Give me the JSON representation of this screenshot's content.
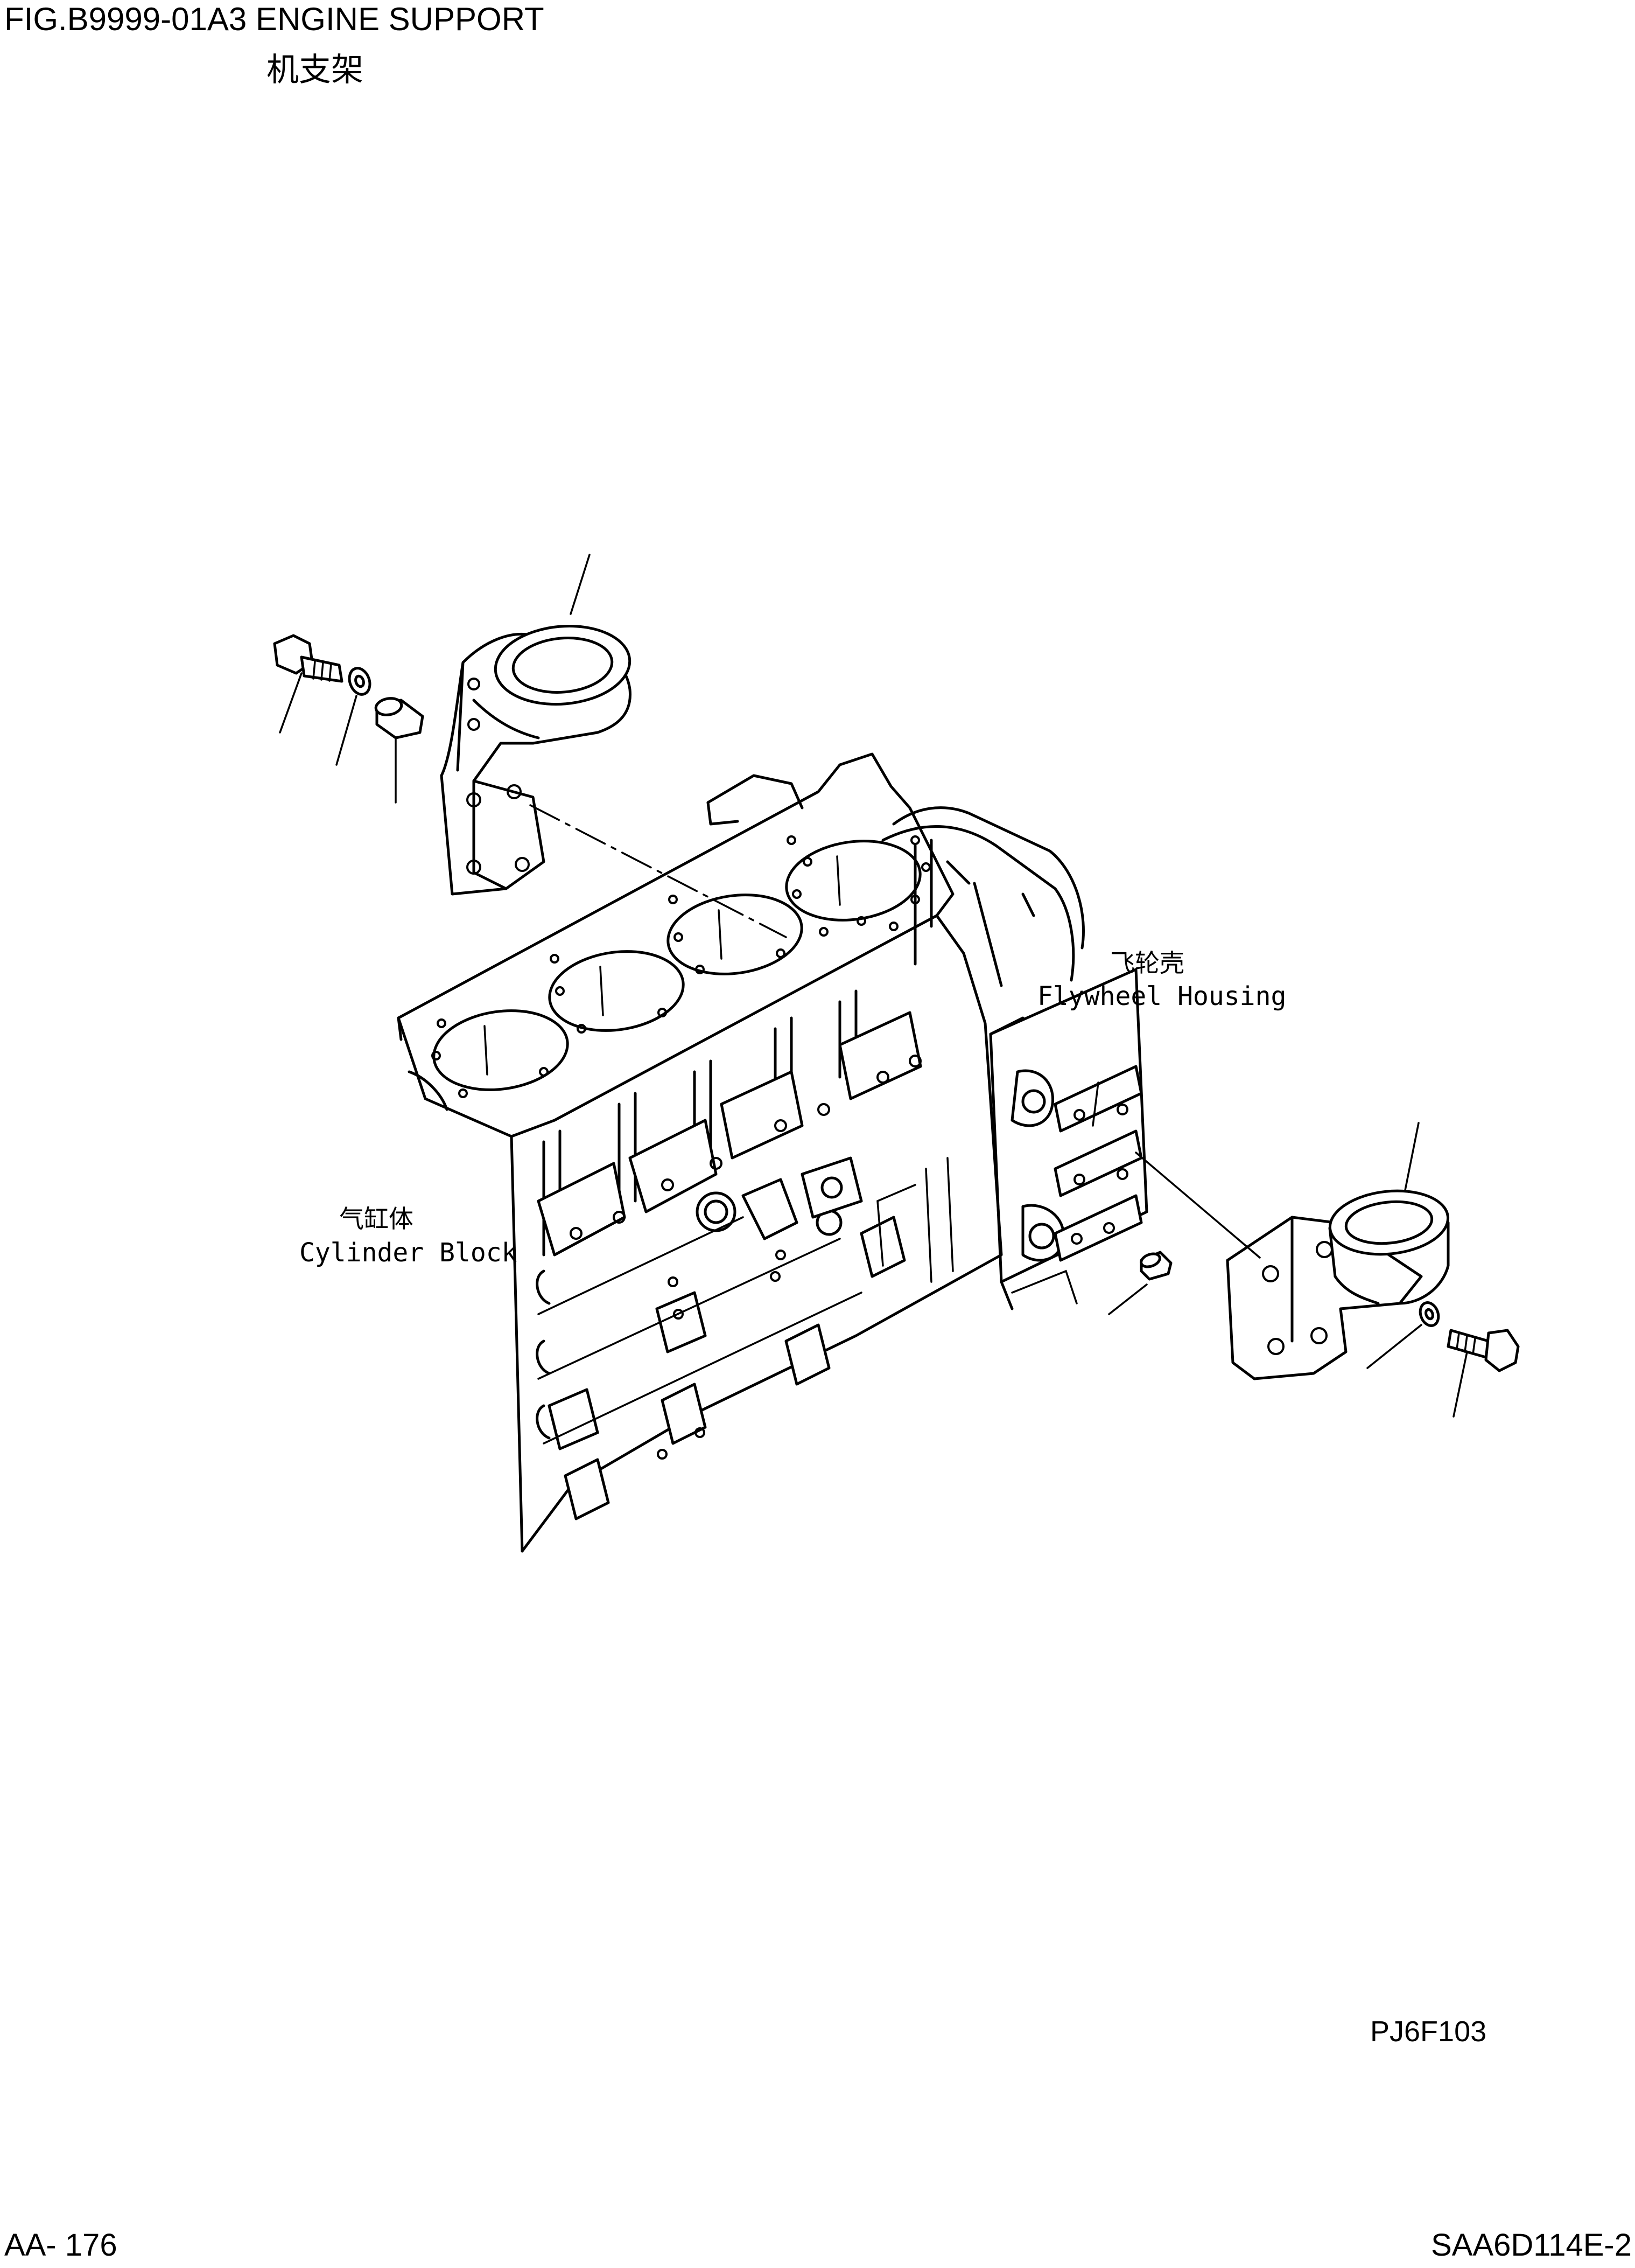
{
  "header": {
    "title": "FIG.B9999-01A3   ENGINE SUPPORT",
    "title_cn": "机支架"
  },
  "callouts": {
    "flywheel_housing_cn": "飞轮壳",
    "flywheel_housing_en": "Flywheel Housing",
    "cylinder_block_cn": "气缸体",
    "cylinder_block_en": "Cylinder Block"
  },
  "footer": {
    "drawing_code": "PJ6F103",
    "page_number": "AA- 176",
    "model_code": "SAA6D114E-2"
  }
}
